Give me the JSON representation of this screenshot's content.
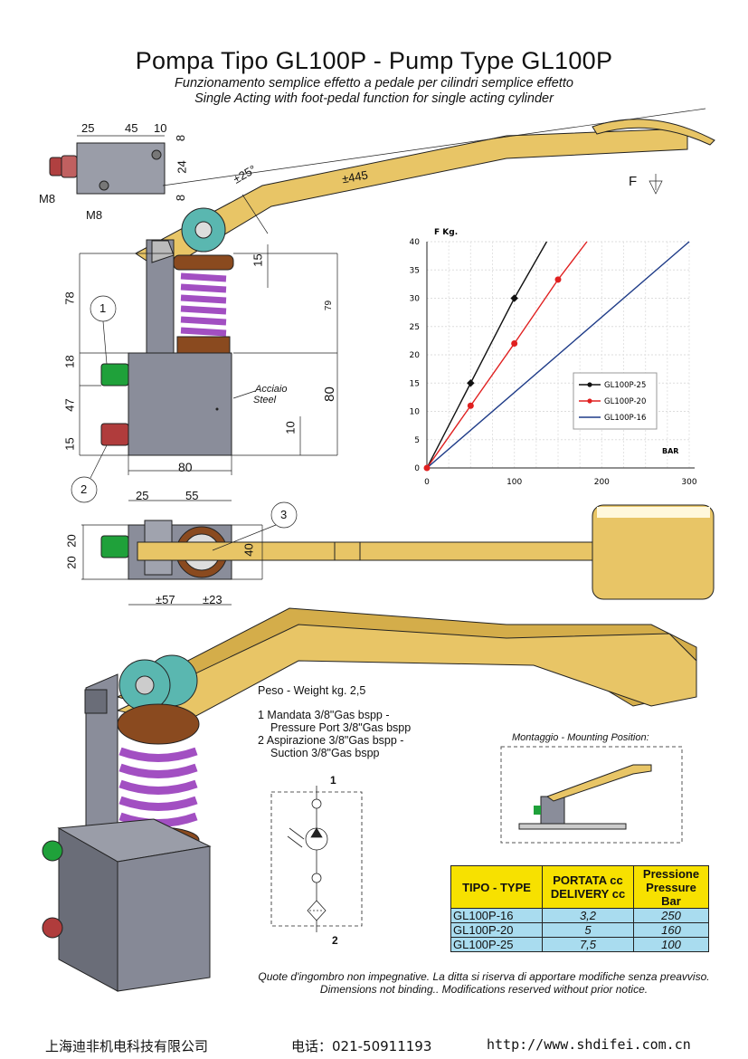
{
  "header": {
    "title": "Pompa Tipo GL100P - Pump Type GL100P",
    "subtitle_it": "Funzionamento semplice effetto a pedale per cilindri semplice effetto",
    "subtitle_en": "Single Acting with foot-pedal function for single acting cylinder"
  },
  "dimensions": {
    "top": [
      "25",
      "45",
      "10"
    ],
    "right_small": [
      "8",
      "24",
      "8"
    ],
    "m8_a": "M8",
    "m8_b": "M8",
    "angle": "±25°",
    "length": "±445",
    "force": "F",
    "stroke": "15",
    "left_78": "78",
    "left_18": "18",
    "left_47": "47",
    "left_15": "15",
    "right_79": "79",
    "right_80": "80",
    "bottom_80": "80",
    "inner_10": "10",
    "material_it": "Acciaio",
    "material_en": "Steel",
    "top_view_25": "25",
    "top_view_55": "55",
    "top_view_20a": "20",
    "top_view_20b": "20",
    "top_view_40": "40",
    "top_view_57": "±57",
    "top_view_23": "±23",
    "callout_1": "1",
    "callout_2": "2",
    "callout_3": "3"
  },
  "chart_data": {
    "type": "line",
    "ylabel": "F Kg.",
    "xlabel": "BAR",
    "xlim": [
      0,
      300
    ],
    "ylim": [
      0,
      40
    ],
    "xticks": [
      0,
      100,
      200,
      300
    ],
    "yticks": [
      0,
      5,
      10,
      15,
      20,
      25,
      30,
      35,
      40
    ],
    "grid": true,
    "legend_position": "right",
    "series": [
      {
        "name": "GL100P-25",
        "color": "#111111",
        "x": [
          0,
          50,
          100,
          137
        ],
        "y": [
          0,
          15,
          30,
          40
        ],
        "markers": [
          [
            50,
            15
          ],
          [
            100,
            30
          ]
        ]
      },
      {
        "name": "GL100P-20",
        "color": "#e02020",
        "x": [
          0,
          50,
          100,
          150,
          183
        ],
        "y": [
          0,
          11,
          22,
          33.3,
          40
        ],
        "markers": [
          [
            50,
            11
          ],
          [
            100,
            22
          ],
          [
            150,
            33.3
          ]
        ]
      },
      {
        "name": "GL100P-16",
        "color": "#1f3c88",
        "x": [
          0,
          300
        ],
        "y": [
          0,
          40
        ],
        "markers": []
      }
    ]
  },
  "notes": {
    "weight": "Peso - Weight kg. 2,5",
    "port1_a": "1  Mandata 3/8\"Gas bspp -",
    "port1_b": "Pressure Port 3/8\"Gas bspp",
    "port2_a": "2  Aspirazione 3/8\"Gas bspp -",
    "port2_b": "Suction 3/8\"Gas bspp",
    "mounting": "Montaggio - Mounting Position:",
    "hyd_1": "1",
    "hyd_2": "2"
  },
  "table": {
    "headers": [
      "TIPO - TYPE",
      "PORTATA cc\nDELIVERY cc",
      "Pressione\nPressure\nBar"
    ],
    "rows": [
      [
        "GL100P-16",
        "3,2",
        "250"
      ],
      [
        "GL100P-20",
        "5",
        "160"
      ],
      [
        "GL100P-25",
        "7,5",
        "100"
      ]
    ]
  },
  "disclaimer": {
    "it": "Quote d'ingombro non impegnative. La ditta si riserva di apportare modifiche senza preavviso.",
    "en": "Dimensions not binding.. Modifications reserved without prior notice."
  },
  "footer": {
    "company": "上海迪非机电科技有限公司",
    "phone": "电话：021-50911193",
    "url": "http://www.shdifei.com.cn"
  },
  "colors": {
    "pedal": "#e8c566",
    "spring": "#a24fc2",
    "copper": "#8a4a1f",
    "body": "#8a8d9a",
    "fitting_green": "#1fa13a",
    "fitting_red": "#b03c3c",
    "roller": "#5ab7b0",
    "table_header": "#f7e100",
    "table_cell": "#a9dcef"
  }
}
